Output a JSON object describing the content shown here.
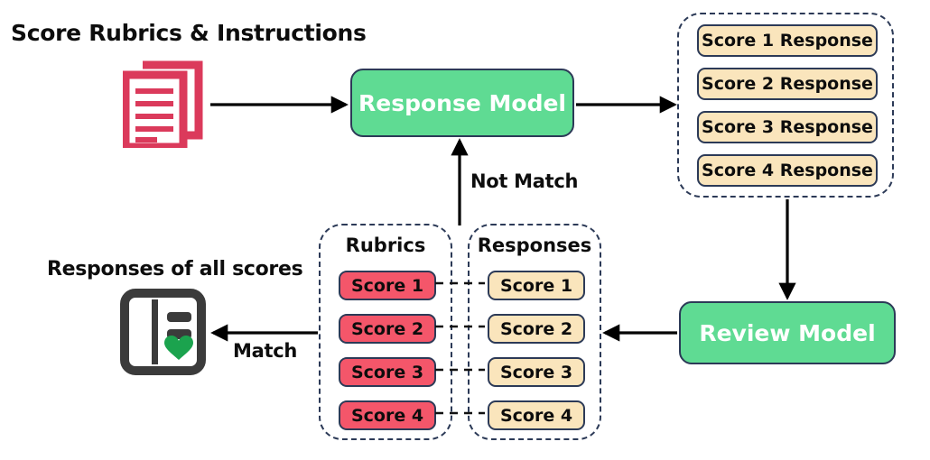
{
  "diagram": {
    "title_left": "Score Rubrics & Instructions",
    "title_responses_all": "Responses of all scores",
    "models": {
      "response_model": "Response Model",
      "review_model": "Review Model"
    },
    "edge_labels": {
      "not_match": "Not Match",
      "match": "Match"
    },
    "score_responses_panel": {
      "items": [
        "Score 1 Response",
        "Score 2 Response",
        "Score 3 Response",
        "Score 4 Response"
      ]
    },
    "rubrics_panel": {
      "heading": "Rubrics",
      "items": [
        "Score 1",
        "Score 2",
        "Score 3",
        "Score 4"
      ]
    },
    "responses_panel": {
      "heading": "Responses",
      "items": [
        "Score 1",
        "Score 2",
        "Score 3",
        "Score 4"
      ]
    },
    "icons": {
      "documents": "documents-icon",
      "responses_summary": "responses-summary-icon",
      "heart": "heart-icon"
    },
    "colors": {
      "model_green": "#5FDB93",
      "chip_cream": "#FAE5BC",
      "chip_red": "#F4566A",
      "border_navy": "#2c3a57",
      "doc_red": "#DB3A5B",
      "icon_gray": "#3B3B3B",
      "heart_green": "#1BA34E",
      "arrow_black": "#000000"
    }
  }
}
